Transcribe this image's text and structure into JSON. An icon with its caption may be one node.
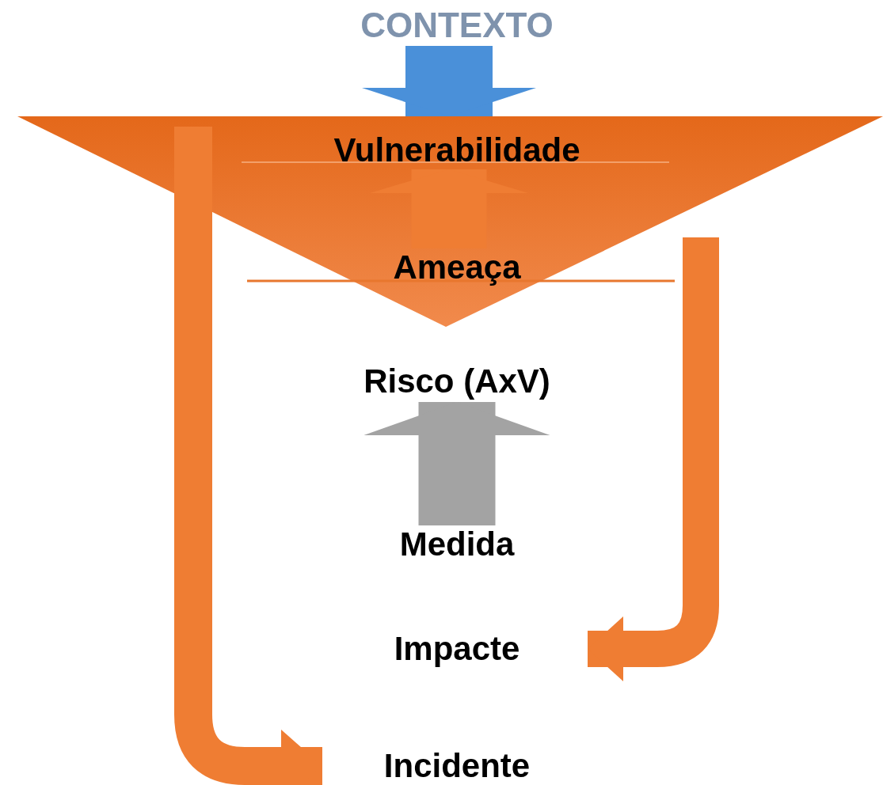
{
  "diagram": {
    "nodes": [
      {
        "text": [
          "CONTEXTO"
        ]
      },
      {
        "text": [],
        "shape": "triangle"
      },
      {
        "text": [
          "Vulnerabilidade"
        ],
        "in": 1
      },
      {
        "text": [
          "Ameaça"
        ],
        "in": 1
      },
      {
        "text": [
          "Risco (AxV)"
        ]
      },
      {
        "text": [
          "Medida"
        ]
      },
      {
        "text": [
          "Impacte"
        ]
      },
      {
        "text": [
          "Incidente"
        ]
      }
    ],
    "edges": [
      {
        "from": 0,
        "to": 1,
        "arrow": "to",
        "color": "#4a90d9"
      },
      {
        "from": 3,
        "to": 2,
        "arrow": "to"
      },
      {
        "from": 5,
        "to": 4,
        "arrow": "to",
        "color": "#a3a3a3"
      },
      {
        "from": 1,
        "to": 7,
        "arrow": "to"
      },
      {
        "from": null,
        "to": 6,
        "arrow": "to"
      }
    ]
  }
}
